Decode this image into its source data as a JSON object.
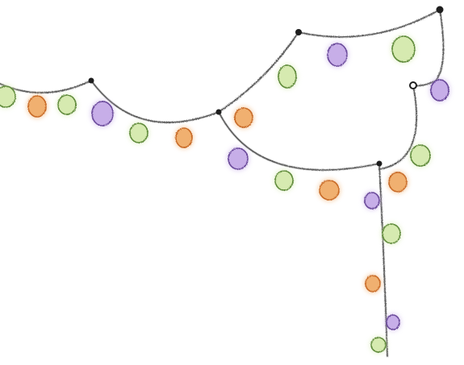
{
  "scene": {
    "description_text": "",
    "background": "#ffffff",
    "wire_color": "#5a5a5a",
    "bulb_palette": {
      "green": {
        "fill": "#d6eab0",
        "edge": "#5f8a3a"
      },
      "orange": {
        "fill": "#f0b070",
        "edge": "#c86a28"
      },
      "purple": {
        "fill": "#c7aee8",
        "edge": "#6a4a9a"
      }
    },
    "bulb_sequence": [
      "green",
      "orange",
      "green",
      "purple",
      "green",
      "orange",
      "orange",
      "purple",
      "green",
      "orange",
      "purple",
      "orange",
      "green",
      "purple",
      "green",
      "purple",
      "green",
      "purple",
      "green",
      "orange",
      "purple",
      "green"
    ]
  }
}
